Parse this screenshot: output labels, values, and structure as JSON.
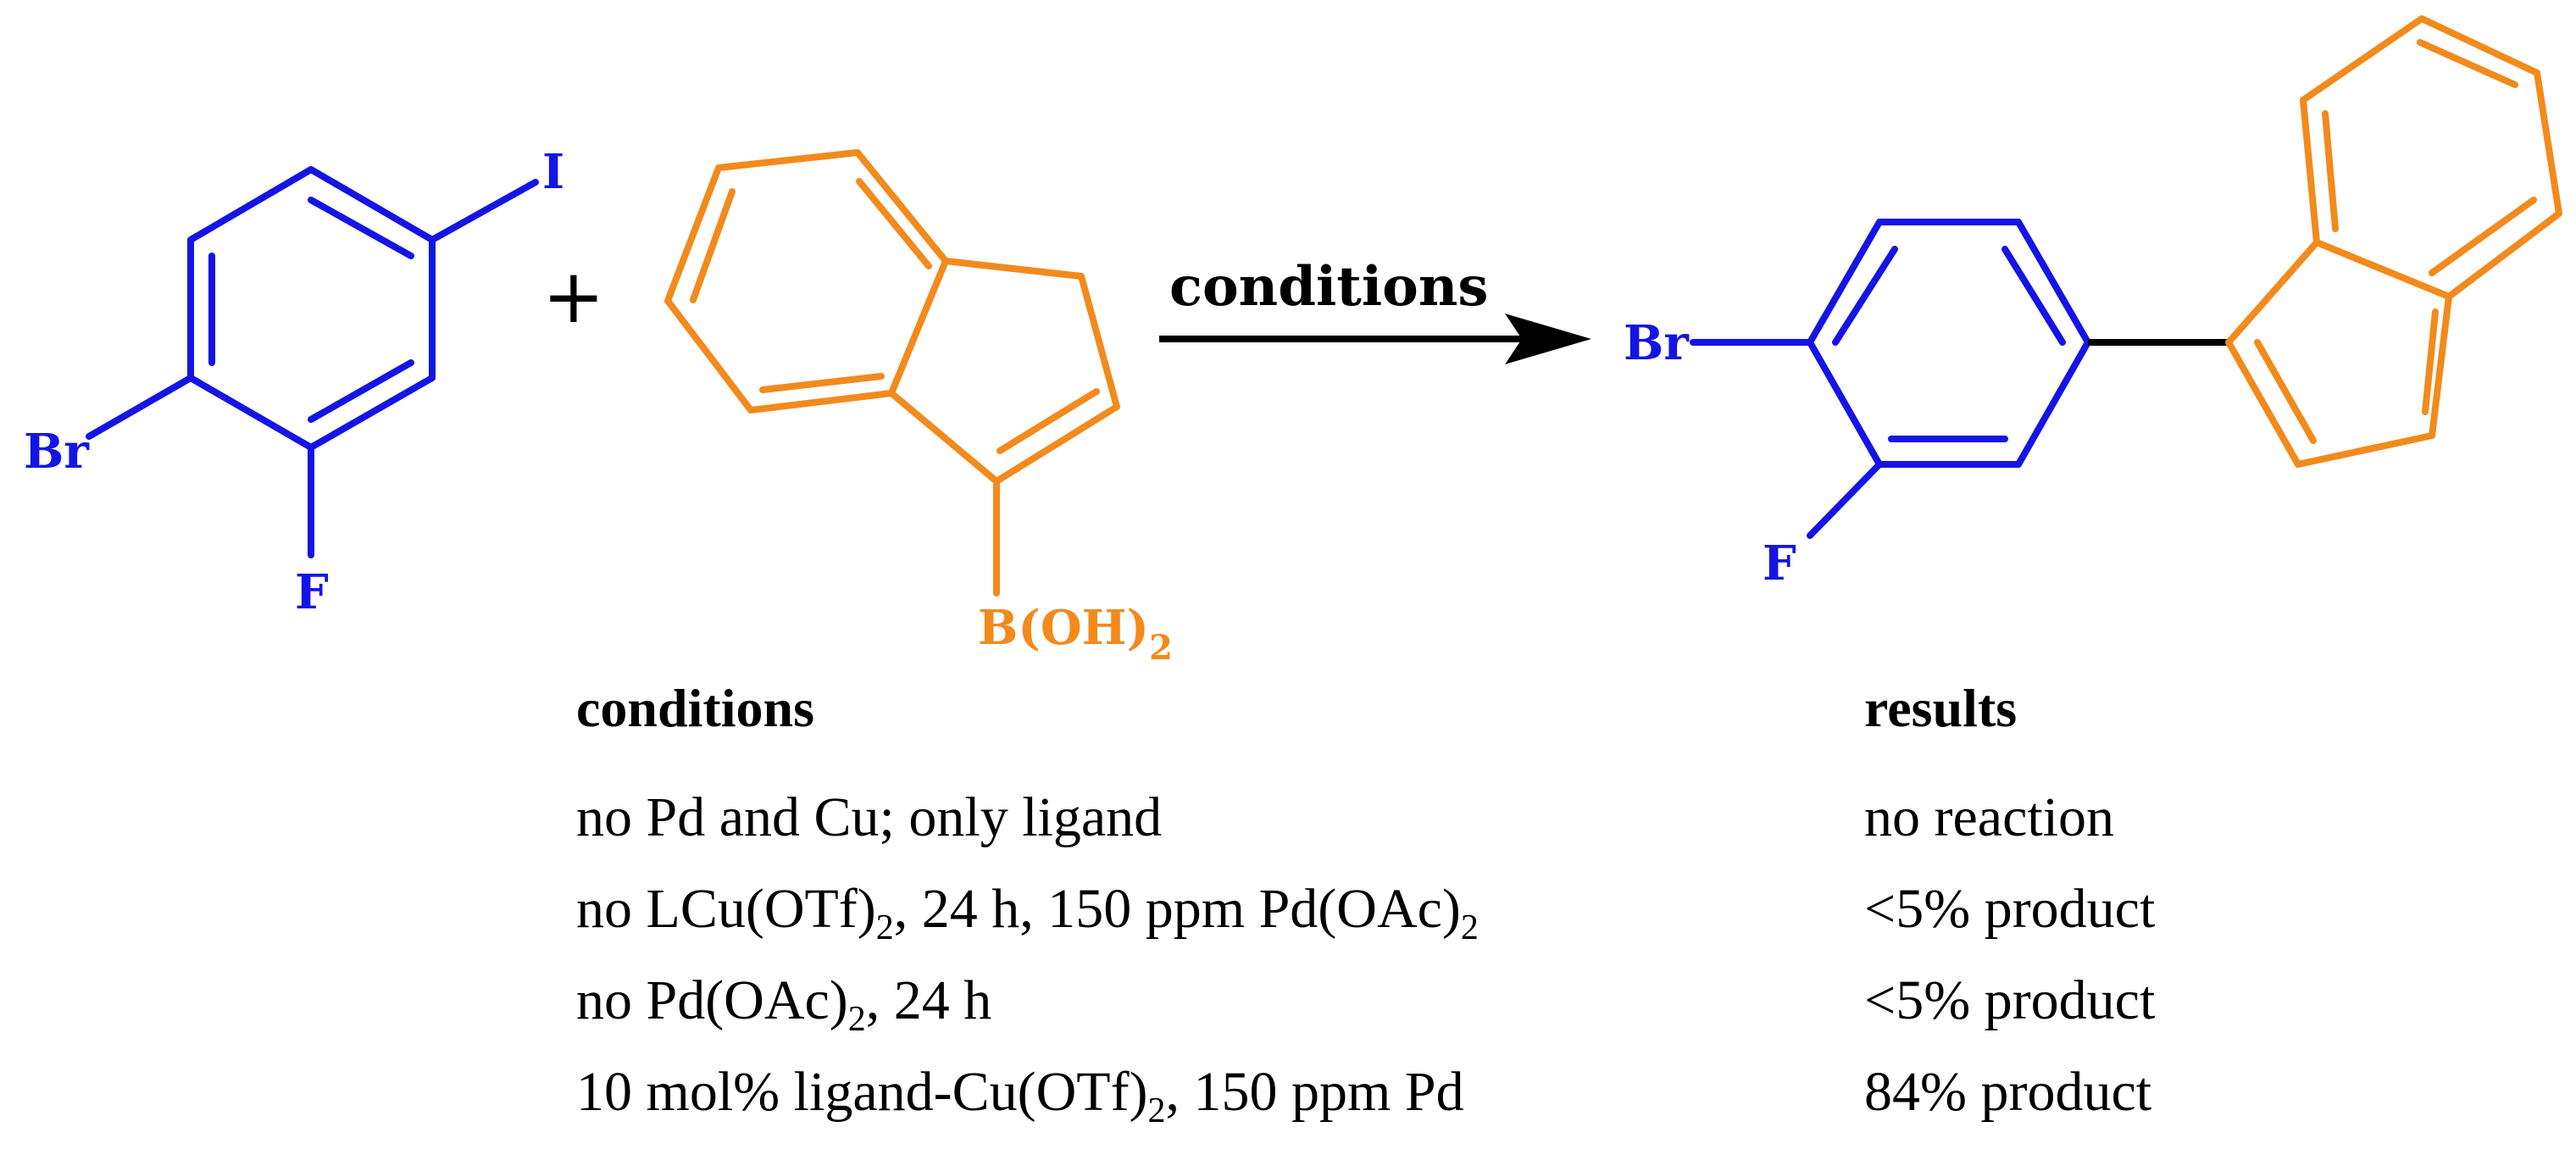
{
  "colors": {
    "reactant_a": "#1414e6",
    "reactant_b": "#f28a1c",
    "ink": "#000000"
  },
  "reactant_a": {
    "atom_top": "I",
    "atom_left": "Br",
    "atom_bottom": "F"
  },
  "reactant_b": {
    "group": "B(OH)",
    "group_subscript": "2"
  },
  "plus": "+",
  "arrow_label": "conditions",
  "product": {
    "atom_left": "Br",
    "atom_bottom": "F"
  },
  "table": {
    "conditions_header": "conditions",
    "results_header": "results",
    "rows": [
      {
        "condition": [
          "no Pd and Cu; only ligand"
        ],
        "result": "no reaction"
      },
      {
        "condition": [
          "no LCu(OTf)",
          "2",
          ", 24 h, 150 ppm Pd(OAc)",
          "2",
          ""
        ],
        "result": "<5% product"
      },
      {
        "condition": [
          "no Pd(OAc)",
          "2",
          ", 24 h"
        ],
        "result": "<5% product"
      },
      {
        "condition": [
          "10 mol% ligand-Cu(OTf)",
          "2",
          ", 150 ppm Pd"
        ],
        "result": "84% product"
      }
    ]
  }
}
